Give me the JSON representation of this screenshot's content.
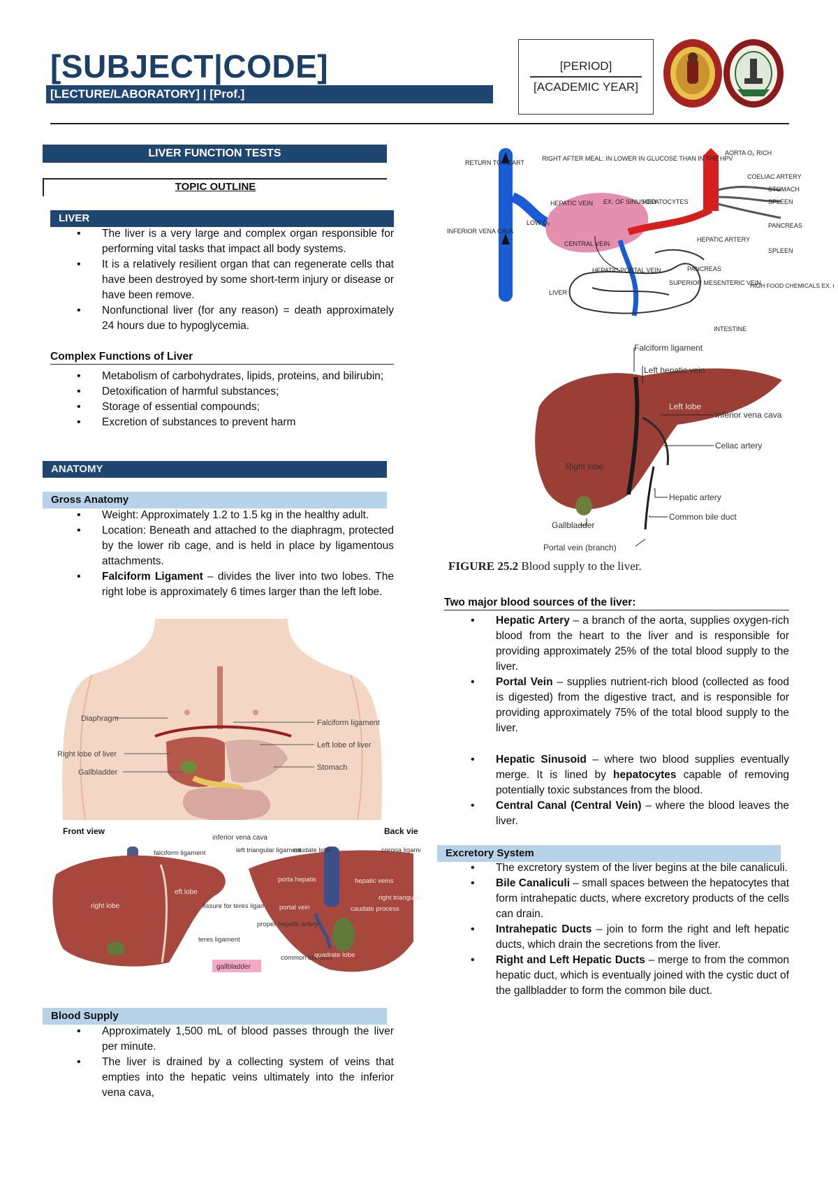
{
  "header": {
    "subject_code": "[SUBJECT|CODE]",
    "lecture_line": "[LECTURE/LABORATORY] | [Prof.]",
    "period": "[PERIOD]",
    "academic_year": "[ACADEMIC YEAR]"
  },
  "title": "LIVER FUNCTION TESTS",
  "topic_outline": "TOPIC OUTLINE",
  "liver": {
    "heading": "LIVER",
    "bullets": [
      "The liver is a very large and complex organ responsible for performing vital tasks that impact all body systems.",
      "It is a relatively resilient organ that can regenerate cells that have been destroyed by some short-term injury or disease or have been remove.",
      "Nonfunctional liver (for any reason) = death approximately 24 hours due to hypoglycemia."
    ]
  },
  "complex": {
    "heading": "Complex Functions of Liver",
    "bullets": [
      "Metabolism of carbohydrates, lipids, proteins, and bilirubin;",
      "Detoxification of harmful substances;",
      "Storage of essential compounds;",
      "Excretion of substances to prevent harm"
    ]
  },
  "anatomy": {
    "heading": "ANATOMY",
    "gross_heading": "Gross Anatomy",
    "gross_bullets": [
      "Weight: Approximately 1.2 to 1.5 kg in the healthy adult.",
      "Location: Beneath and attached to the diaphragm, protected by the lower rib cage, and is held in place by ligamentous attachments."
    ],
    "falciform_term": "Falciform Ligament",
    "falciform_text": " – divides the liver into two lobes. The right lobe is approximately 6 times larger than the left lobe."
  },
  "torso_labels": {
    "diaphragm": "Diaphragm",
    "right_lobe": "Right lobe of liver",
    "gallbladder": "Gallbladder",
    "falciform": "Falciform ligament",
    "left_lobe": "Left lobe of liver",
    "stomach": "Stomach"
  },
  "views": {
    "front": "Front view",
    "back": "Back vie",
    "ivc": "inferior vena cava",
    "falciform": "falciform ligament",
    "right_lobe": "right lobe",
    "left_lobe": "eft lobe",
    "left_triangular": "left triangular ligament",
    "caudate_lobe": "caudate lobe",
    "coronary": "corona ligame",
    "porta": "porta hepatis",
    "fissure": "fissure for teres ligament",
    "portal_vein": "portal vein",
    "hepatic_veins": "hepatic veins",
    "caudate_process": "caudate process",
    "right_triangular": "right triangular ligament",
    "proper_hepatic": "proper hepatic artery",
    "teres": "teres ligament",
    "common_bile": "common bile duct",
    "quadrate": "quadrate lobe",
    "gallbladder": "gallbladder"
  },
  "blood_supply": {
    "heading": "Blood Supply",
    "bullets": [
      "Approximately 1,500 mL of blood passes through the liver per minute.",
      "The liver is drained by a collecting system of veins that empties into the hepatic veins ultimately into the inferior vena cava,"
    ]
  },
  "circulation_labels": {
    "return_heart": "RETURN TO HEART",
    "right_after_meal": "RIGHT AFTER MEAL: IN LOWER IN GLUCOSE THAN IN THE HPV",
    "aorta": "AORTA O₂ RICH",
    "coeliac": "COELIAC ARTERY",
    "hepatic_vein": "HEPATIC VEIN",
    "ex_sinusoid": "EX. OF SINUSOID",
    "hepatocytes": "HEPATOCYTES",
    "stomach": "STOMACH",
    "spleen1": "SPLEEN",
    "pancreas1": "PANCREAS",
    "ivc": "INFERIOR VENA CAVA",
    "low_o2": "LOW O₂",
    "central_vein": "CENTRAL VEIN",
    "hepatic_artery": "HEPATIC ARTERY",
    "spleen2": "SPLEEN",
    "hepatic_portal": "HEPATIC PORTAL VEIN",
    "pancreas2": "PANCREAS",
    "liver": "LIVER",
    "sup_mesenteric": "SUPERIOR MESENTERIC VEIN",
    "high_food": "HIGH FOOD CHEMICALS EX. GLUCOSE, RIGHT AFTER MEAL",
    "intestine": "INTESTINE"
  },
  "liver_diagram_labels": {
    "falciform": "Falciform ligament",
    "left_hepatic_vein": "Left hepatic vein",
    "left_lobe": "Left lobe",
    "ivc": "Inferior vena cava",
    "celiac": "Celiac artery",
    "right_lobe": "Right lobe",
    "hepatic_artery": "Hepatic artery",
    "gallbladder": "Gallbladder",
    "common_bile": "Common bile duct",
    "portal_vein": "Portal vein (branch)"
  },
  "figure_caption": {
    "label": "FIGURE 25.2",
    "text": " Blood supply to the liver."
  },
  "two_sources": {
    "heading": "Two major blood sources of the liver:",
    "items": [
      {
        "term": "Hepatic Artery",
        "text": " – a branch of the aorta, supplies oxygen-rich blood from the heart to the liver and is responsible for providing approximately 25% of the total blood supply to the liver."
      },
      {
        "term": "Portal Vein",
        "text": " – supplies nutrient-rich blood (collected as food is digested) from the digestive tract, and is responsible for providing approximately 75% of the total blood supply to the liver."
      }
    ],
    "sinusoid_term": "Hepatic Sinusoid",
    "sinusoid_text_a": " – where two blood supplies eventually merge. It is lined by ",
    "sinusoid_term2": "hepatocytes",
    "sinusoid_text_b": " capable of removing potentially toxic substances from the blood.",
    "central_term": "Central Canal (Central Vein)",
    "central_text": " – where the blood leaves the liver."
  },
  "excretory": {
    "heading": "Excretory System",
    "intro": "The excretory system of the liver begins at the bile canaliculi.",
    "items": [
      {
        "term": "Bile Canaliculi",
        "text": " – small spaces between the hepatocytes that form intrahepatic ducts, where excretory products of the cells can drain."
      },
      {
        "term": "Intrahepatic Ducts",
        "text": " – join to form the right and left hepatic ducts, which drain the secretions from the liver."
      },
      {
        "term": "Right and Left Hepatic Ducts",
        "text": " – merge to from the common hepatic duct, which is eventually joined with the cystic duct of the gallbladder to form the common bile duct."
      }
    ]
  },
  "colors": {
    "navy": "#1e4670",
    "light_blue": "#b7d3ea",
    "liver_brown": "#9b3e35",
    "vein_blue": "#1a5bd6",
    "artery_red": "#d4201f"
  }
}
